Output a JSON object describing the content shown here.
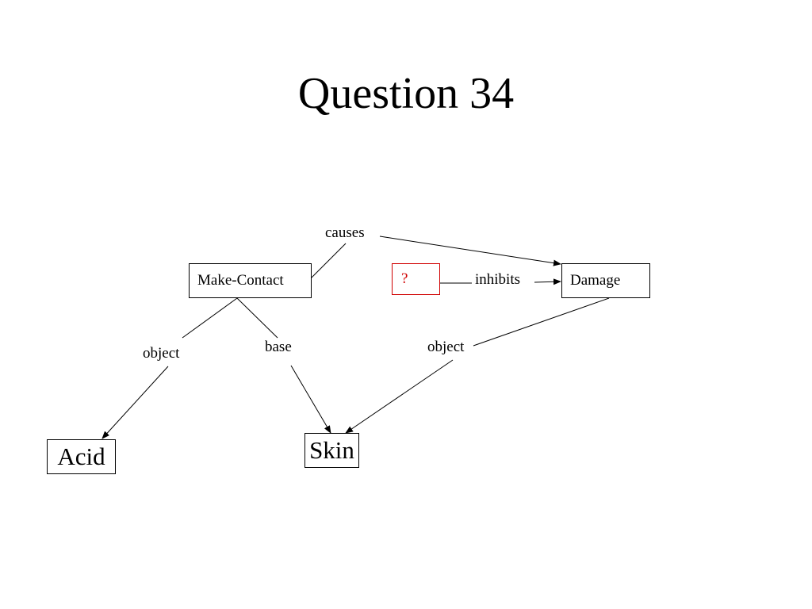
{
  "title": "Question 34",
  "nodes": {
    "make_contact": "Make-Contact",
    "unknown": "?",
    "damage": "Damage",
    "acid": "Acid",
    "skin": "Skin"
  },
  "relations": {
    "causes": "causes",
    "inhibits": "inhibits",
    "object_left": "object",
    "base": "base",
    "object_right": "object"
  },
  "colors": {
    "unknown_node": "#d00000"
  }
}
